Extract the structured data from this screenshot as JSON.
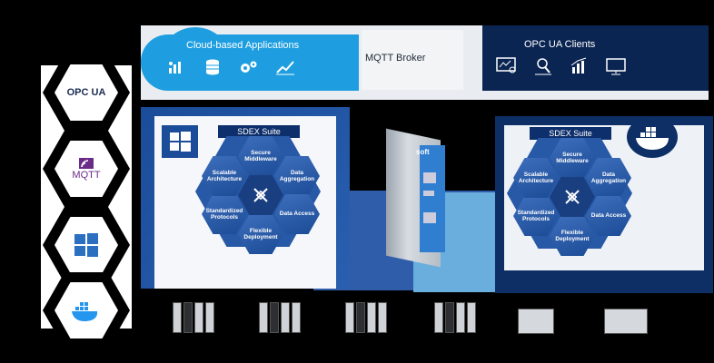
{
  "cloud": {
    "title": "Cloud-based Applications",
    "icons": [
      "chart-icon",
      "database-icon",
      "gears-icon",
      "line-chart-icon"
    ]
  },
  "broker": {
    "label": "MQTT Broker"
  },
  "opc_clients": {
    "title": "OPC UA Clients",
    "icons": [
      "monitor-analytics-icon",
      "analytics-user-icon",
      "bar-chart-icon",
      "monitor-icon"
    ]
  },
  "protocols": [
    "OPC UA",
    "MQTT",
    "Windows",
    "Docker"
  ],
  "sdex_left": {
    "title": "SDEX Suite",
    "items": [
      "Secure Middleware",
      "Data Aggregation",
      "Data Access",
      "Flexible Deployment",
      "Standardized Protocols",
      "Scalable Architecture"
    ]
  },
  "sdex_right": {
    "title": "SDEX Suite",
    "items": [
      "Secure Middleware",
      "Data Aggregation",
      "Data Access",
      "Flexible Deployment",
      "Standardized Protocols",
      "Scalable Architecture"
    ]
  },
  "device": {
    "brand": "soft"
  },
  "colors": {
    "cloud_blue": "#1e9ee0",
    "navy": "#0b2552",
    "panel_blue": "#2a5fb0"
  }
}
